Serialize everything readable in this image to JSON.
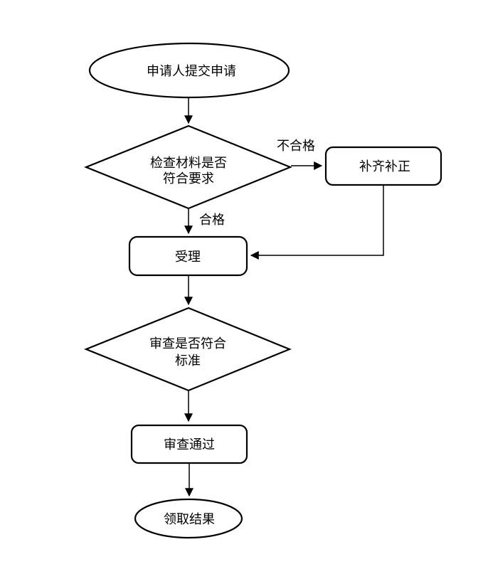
{
  "diagram": {
    "background_color": "#ffffff",
    "stroke_color": "#000000",
    "shape_fill_color": "#ffffff",
    "nodes": {
      "start": {
        "label": "申请人提交申请",
        "shape": "ellipse"
      },
      "check_materials": {
        "line1": "检查材料是否",
        "line2": "符合要求",
        "shape": "diamond"
      },
      "supplement": {
        "label": "补齐补正",
        "shape": "rounded-rect"
      },
      "accept": {
        "label": "受理",
        "shape": "rounded-rect"
      },
      "review": {
        "line1": "审查是否符合",
        "line2": "标准",
        "shape": "diamond"
      },
      "review_passed": {
        "label": "审查通过",
        "shape": "rounded-rect"
      },
      "result": {
        "label": "领取结果",
        "shape": "ellipse"
      }
    },
    "edge_labels": {
      "unqualified": "不合格",
      "qualified": "合格"
    }
  }
}
